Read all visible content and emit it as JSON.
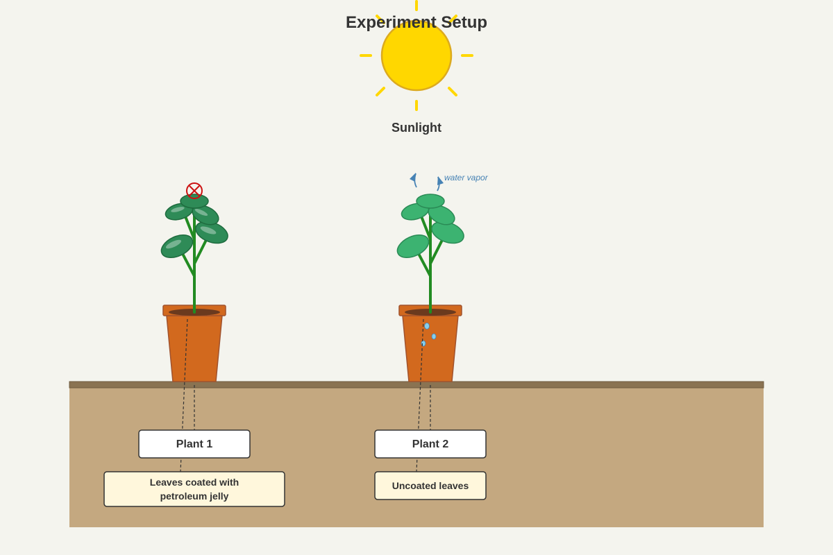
{
  "title": "Experiment Setup",
  "sun": {
    "label": "Sunlight"
  },
  "vapor_label": "water vapor",
  "plants": [
    {
      "label": "Plant 1",
      "description_lines": [
        "Leaves coated with",
        "petroleum jelly"
      ]
    },
    {
      "label": "Plant 2",
      "description_lines": [
        "Uncoated leaves"
      ]
    }
  ],
  "colors": {
    "background": "#f4f4ee",
    "sun": "#ffd700",
    "sun_outline": "#dcaa1e",
    "table_top": "#8a7352",
    "table_body": "#c4a880",
    "pot": "#d2691e",
    "pot_outline": "#a0522d",
    "stem": "#228b22",
    "leaf_coated": "#2e8b57",
    "leaf_uncoated": "#3cb371",
    "blocked_mark": "#cc1111",
    "vapor": "#4682b4",
    "droplet": "#87ceeb",
    "label_fill": "#ffffff",
    "note_fill": "#fff7dc"
  },
  "icons": [
    "sun-icon",
    "blocked-x-icon",
    "vapor-arrow-icon",
    "water-droplet-icon"
  ]
}
